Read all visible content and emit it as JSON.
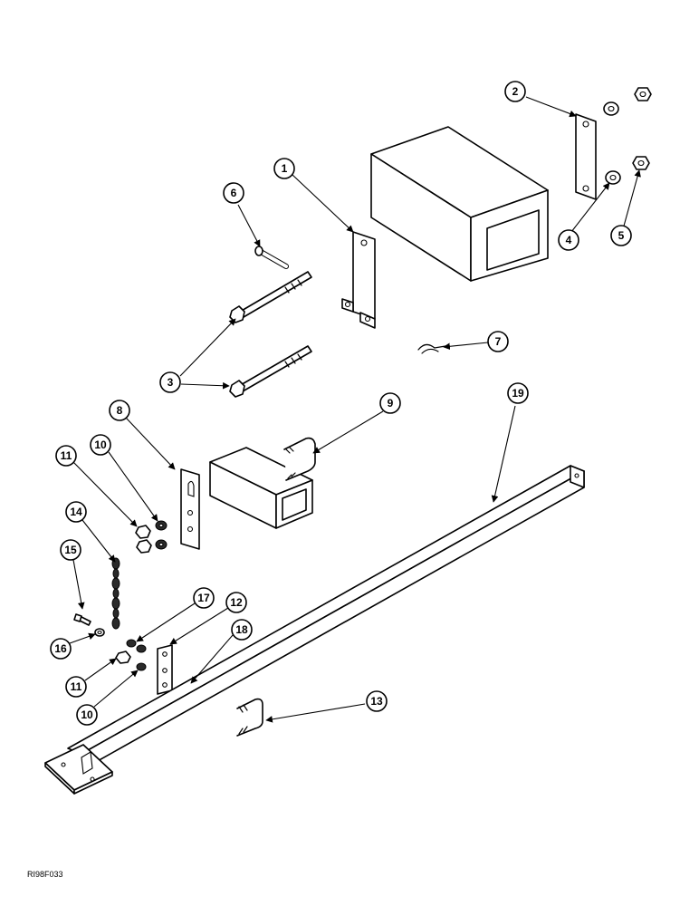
{
  "callouts": {
    "c1": "1",
    "c2": "2",
    "c3": "3",
    "c4": "4",
    "c5": "5",
    "c6": "6",
    "c7": "7",
    "c8": "8",
    "c9": "9",
    "c10a": "10",
    "c10b": "10",
    "c11a": "11",
    "c11b": "11",
    "c12": "12",
    "c13": "13",
    "c14": "14",
    "c15": "15",
    "c16": "16",
    "c17": "17",
    "c18": "18",
    "c19": "19"
  },
  "ref_code": "RI98F033"
}
